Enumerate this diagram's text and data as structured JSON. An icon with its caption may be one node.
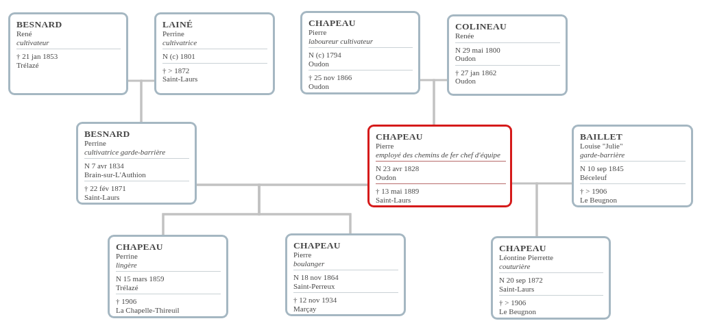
{
  "diagram": {
    "nodes": [
      {
        "text": [
          "BESNARD",
          "René",
          "cultivateur",
          "† 21 jan 1853",
          "Trélazé"
        ]
      },
      {
        "text": [
          "LAINÉ",
          "Perrine",
          "cultivatrice",
          "N (c) 1801",
          "† > 1872",
          "Saint-Laurs"
        ]
      },
      {
        "text": [
          "CHAPEAU",
          "Pierre",
          "laboureur cultivateur",
          "N (c) 1794",
          "Oudon",
          "† 25 nov 1866",
          "Oudon"
        ]
      },
      {
        "text": [
          "COLINEAU",
          "Renée",
          "N 29 mai 1800",
          "Oudon",
          "† 27 jan 1862",
          "Oudon"
        ]
      },
      {
        "text": [
          "BESNARD",
          "Perrine",
          "cultivatrice garde-barrière",
          "N 7 avr 1834",
          "Brain-sur-L'Authion",
          "† 22 fév 1871",
          "Saint-Laurs"
        ]
      },
      {
        "text": [
          "CHAPEAU",
          "Pierre",
          "employé des chemins de fer chef d'équipe",
          "N 23 avr 1828",
          "Oudon",
          "† 13 mai 1889",
          "Saint-Laurs"
        ]
      },
      {
        "text": [
          "BAILLET",
          "Louise \"Julie\"",
          "garde-barrière",
          "N 10 sep 1845",
          "Béceleuf",
          "† > 1906",
          "Le Beugnon"
        ]
      },
      {
        "text": [
          "CHAPEAU",
          "Perrine",
          "lingère",
          "N 15 mars 1859",
          "Trélazé",
          "† 1906",
          "La Chapelle-Thireuil"
        ]
      },
      {
        "text": [
          "CHAPEAU",
          "Pierre",
          "boulanger",
          "N 18 nov 1864",
          "Saint-Perreux",
          "† 12 nov 1934",
          "Marçay"
        ]
      },
      {
        "text": [
          "CHAPEAU",
          "Léontine Pierrette",
          "couturière",
          "N 20 sep 1872",
          "Saint-Laurs",
          "† > 1906",
          "Le Beugnon"
        ]
      }
    ],
    "edges": [
      {
        "from": 0,
        "to": 4,
        "arrow": "none"
      },
      {
        "from": 1,
        "to": 4,
        "arrow": "none"
      },
      {
        "from": 2,
        "to": 5,
        "arrow": "none"
      },
      {
        "from": 3,
        "to": 5,
        "arrow": "none"
      },
      {
        "from": 4,
        "to": 7,
        "arrow": "none"
      },
      {
        "from": 5,
        "to": 7,
        "arrow": "none"
      },
      {
        "from": 4,
        "to": 8,
        "arrow": "none"
      },
      {
        "from": 5,
        "to": 8,
        "arrow": "none"
      },
      {
        "from": 5,
        "to": 9,
        "arrow": "none"
      },
      {
        "from": 6,
        "to": 9,
        "arrow": "none"
      }
    ]
  }
}
